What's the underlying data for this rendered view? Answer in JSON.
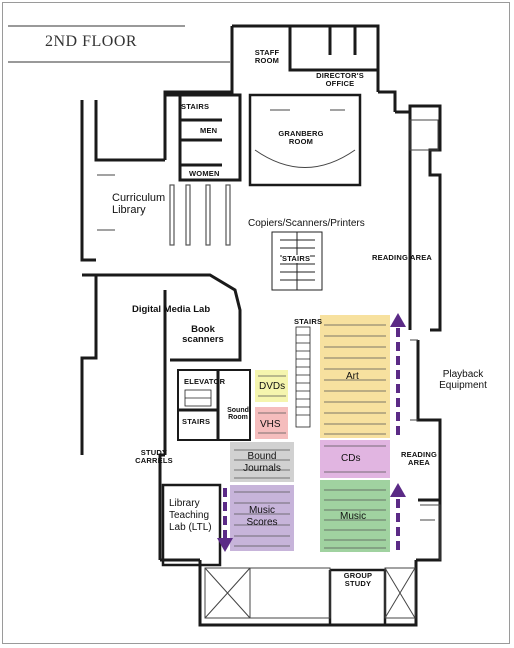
{
  "floor_title": "2ND FLOOR",
  "rooms": {
    "staff_room": "STAFF ROOM",
    "directors_office": "DIRECTOR'S OFFICE",
    "stairs_top": "STAIRS",
    "men": "MEN",
    "women": "WOMEN",
    "granberg_room": "GRANBERG ROOM",
    "curriculum_library": "Curriculum Library",
    "copiers": "Copiers/Scanners/Printers",
    "stairs_center": "STAIRS",
    "reading_area_top": "READING AREA",
    "digital_media_lab": "Digital Media Lab",
    "book_scanners": "Book scanners",
    "stairs_mid": "STAIRS",
    "elevator": "ELEVATOR",
    "stairs_low": "STAIRS",
    "sound_room": "Sound Room",
    "playback_equipment": "Playback Equipment",
    "study_carrels": "STUDY CARRELS",
    "reading_area_bottom": "READING AREA",
    "ltl": "Library Teaching Lab (LTL)",
    "group_study": "GROUP STUDY"
  },
  "collections": {
    "dvds": "DVDs",
    "vhs": "VHS",
    "art": "Art",
    "bound_journals": "Bound Journals",
    "cds": "CDs",
    "music_scores": "Music Scores",
    "music": "Music"
  },
  "colors": {
    "wall": "#1a1a1a",
    "dvds": "#f3f3a0",
    "vhs": "#f3b2b2",
    "art": "#f6dc8e",
    "bound_journals": "#c9c9c9",
    "cds": "#dca8dc",
    "music_scores": "#bda7d4",
    "music": "#8fca8f",
    "arrow": "#5b2a86"
  }
}
